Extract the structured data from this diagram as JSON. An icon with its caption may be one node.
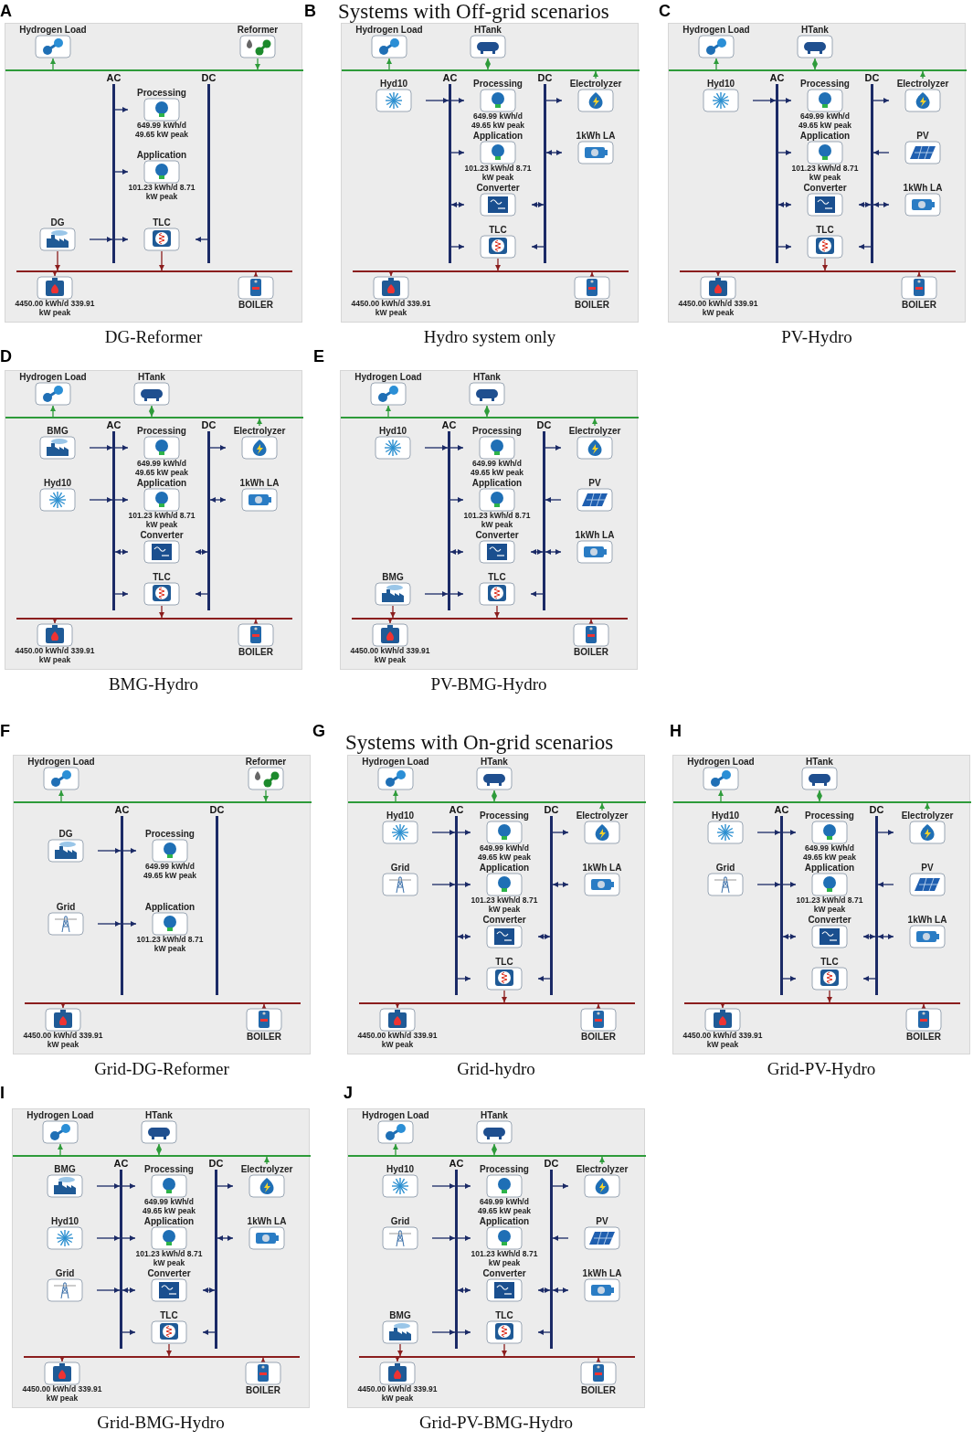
{
  "diagram": {
    "nodes": [
      {
        "text": [],
        "shape": "box",
        "beside": [
          "A",
          "DG-Reformer"
        ]
      },
      {
        "text": [
          "Hydrogen Load"
        ],
        "in": 0
      },
      {
        "text": [
          "Reformer"
        ],
        "in": 0
      },
      {
        "text": [],
        "shape": "bar",
        "in": 0
      },
      {
        "text": [],
        "shape": "bar",
        "beside": [
          "AC"
        ],
        "in": 0
      },
      {
        "text": [],
        "shape": "bar",
        "beside": [
          "DC"
        ],
        "in": 0
      },
      {
        "text": [
          "Processing",
          "649.99 kWh/d 49.65 kW peak"
        ],
        "in": 0
      },
      {
        "text": [
          "Application",
          "101.23 kWh/d 8.71 kW peak"
        ],
        "in": 0
      },
      {
        "text": [
          "DG"
        ],
        "in": 0
      },
      {
        "text": [
          "TLC"
        ],
        "in": 0
      },
      {
        "text": [],
        "shape": "bar",
        "in": 0
      },
      {
        "text": [
          "4450.00 kWh/d 339.91 kW peak"
        ],
        "in": 0
      },
      {
        "text": [
          "BOILER"
        ],
        "in": 0
      },
      {
        "text": [],
        "shape": "box",
        "beside": [
          "B",
          "Hydro system only"
        ]
      },
      {
        "text": [
          "Hydrogen Load"
        ],
        "in": 13
      },
      {
        "text": [
          "HTank"
        ],
        "in": 13
      },
      {
        "text": [],
        "shape": "bar",
        "in": 13
      },
      {
        "text": [],
        "shape": "bar",
        "beside": [
          "AC"
        ],
        "in": 13
      },
      {
        "text": [],
        "shape": "bar",
        "beside": [
          "DC"
        ],
        "in": 13
      },
      {
        "text": [
          "Hyd10"
        ],
        "in": 13
      },
      {
        "text": [
          "Processing",
          "649.99 kWh/d 49.65 kW peak"
        ],
        "in": 13
      },
      {
        "text": [
          "Electrolyzer"
        ],
        "in": 13
      },
      {
        "text": [
          "Application",
          "101.23 kWh/d 8.71 kW peak"
        ],
        "in": 13
      },
      {
        "text": [
          "1kWh LA"
        ],
        "in": 13
      },
      {
        "text": [
          "Converter"
        ],
        "in": 13
      },
      {
        "text": [
          "TLC"
        ],
        "in": 13
      },
      {
        "text": [],
        "shape": "bar",
        "in": 13
      },
      {
        "text": [
          "4450.00 kWh/d 339.91 kW peak"
        ],
        "in": 13
      },
      {
        "text": [
          "BOILER"
        ],
        "in": 13
      },
      {
        "text": [],
        "shape": "box",
        "beside": [
          "C",
          "PV-Hydro"
        ]
      },
      {
        "text": [
          "Hydrogen Load"
        ],
        "in": 29
      },
      {
        "text": [
          "HTank"
        ],
        "in": 29
      },
      {
        "text": [],
        "shape": "bar",
        "in": 29
      },
      {
        "text": [],
        "shape": "bar",
        "beside": [
          "AC"
        ],
        "in": 29
      },
      {
        "text": [],
        "shape": "bar",
        "beside": [
          "DC"
        ],
        "in": 29
      },
      {
        "text": [
          "Hyd10"
        ],
        "in": 29
      },
      {
        "text": [
          "Processing",
          "649.99 kWh/d 49.65 kW peak"
        ],
        "in": 29
      },
      {
        "text": [
          "Electrolyzer"
        ],
        "in": 29
      },
      {
        "text": [
          "Application",
          "101.23 kWh/d 8.71 kW peak"
        ],
        "in": 29
      },
      {
        "text": [
          "PV"
        ],
        "in": 29
      },
      {
        "text": [
          "Converter"
        ],
        "in": 29
      },
      {
        "text": [
          "1kWh LA"
        ],
        "in": 29
      },
      {
        "text": [
          "TLC"
        ],
        "in": 29
      },
      {
        "text": [],
        "shape": "bar",
        "in": 29
      },
      {
        "text": [
          "4450.00 kWh/d 339.91 kW peak"
        ],
        "in": 29
      },
      {
        "text": [
          "BOILER"
        ],
        "in": 29
      },
      {
        "text": [],
        "shape": "box",
        "beside": [
          "D",
          "BMG-Hydro"
        ]
      },
      {
        "text": [
          "Hydrogen Load"
        ],
        "in": 46
      },
      {
        "text": [
          "HTank"
        ],
        "in": 46
      },
      {
        "text": [],
        "shape": "bar",
        "in": 46
      },
      {
        "text": [],
        "shape": "bar",
        "beside": [
          "AC"
        ],
        "in": 46
      },
      {
        "text": [],
        "shape": "bar",
        "beside": [
          "DC"
        ],
        "in": 46
      },
      {
        "text": [
          "BMG"
        ],
        "in": 46
      },
      {
        "text": [
          "Processing",
          "649.99 kWh/d 49.65 kW peak"
        ],
        "in": 46
      },
      {
        "text": [
          "Electrolyzer"
        ],
        "in": 46
      },
      {
        "text": [
          "Hyd10"
        ],
        "in": 46
      },
      {
        "text": [
          "Application",
          "101.23 kWh/d 8.71 kW peak"
        ],
        "in": 46
      },
      {
        "text": [
          "1kWh LA"
        ],
        "in": 46
      },
      {
        "text": [
          "Converter"
        ],
        "in": 46
      },
      {
        "text": [
          "TLC"
        ],
        "in": 46
      },
      {
        "text": [],
        "shape": "bar",
        "in": 46
      },
      {
        "text": [
          "4450.00 kWh/d 339.91 kW peak"
        ],
        "in": 46
      },
      {
        "text": [
          "BOILER"
        ],
        "in": 46
      },
      {
        "text": [],
        "shape": "box",
        "beside": [
          "E",
          "PV-BMG-Hydro"
        ]
      },
      {
        "text": [
          "Hydrogen Load"
        ],
        "in": 63
      },
      {
        "text": [
          "HTank"
        ],
        "in": 63
      },
      {
        "text": [],
        "shape": "bar",
        "in": 63
      },
      {
        "text": [],
        "shape": "bar",
        "beside": [
          "AC"
        ],
        "in": 63
      },
      {
        "text": [],
        "shape": "bar",
        "beside": [
          "DC"
        ],
        "in": 63
      },
      {
        "text": [
          "Hyd10"
        ],
        "in": 63
      },
      {
        "text": [
          "Processing",
          "649.99 kWh/d 49.65 kW peak"
        ],
        "in": 63
      },
      {
        "text": [
          "Electrolyzer"
        ],
        "in": 63
      },
      {
        "text": [
          "Application",
          "101.23 kWh/d 8.71 kW peak"
        ],
        "in": 63
      },
      {
        "text": [
          "PV"
        ],
        "in": 63
      },
      {
        "text": [
          "Converter"
        ],
        "in": 63
      },
      {
        "text": [
          "1kWh LA"
        ],
        "in": 63
      },
      {
        "text": [
          "BMG"
        ],
        "in": 63
      },
      {
        "text": [
          "TLC"
        ],
        "in": 63
      },
      {
        "text": [],
        "shape": "bar",
        "in": 63
      },
      {
        "text": [
          "4450.00 kWh/d 339.91 kW peak"
        ],
        "in": 63
      },
      {
        "text": [
          "BOILER"
        ],
        "in": 63
      },
      {
        "text": [],
        "shape": "box",
        "beside": [
          "F",
          "Grid-DG-Reformer"
        ]
      },
      {
        "text": [
          "Hydrogen Load"
        ],
        "in": 81
      },
      {
        "text": [
          "Reformer"
        ],
        "in": 81
      },
      {
        "text": [],
        "shape": "bar",
        "in": 81
      },
      {
        "text": [],
        "shape": "bar",
        "beside": [
          "AC"
        ],
        "in": 81
      },
      {
        "text": [],
        "shape": "bar",
        "beside": [
          "DC"
        ],
        "in": 81
      },
      {
        "text": [
          "DG"
        ],
        "in": 81
      },
      {
        "text": [
          "Processing",
          "649.99 kWh/d 49.65 kW peak"
        ],
        "in": 81
      },
      {
        "text": [
          "Grid"
        ],
        "in": 81
      },
      {
        "text": [
          "Application",
          "101.23 kWh/d 8.71 kW peak"
        ],
        "in": 81
      },
      {
        "text": [],
        "shape": "bar",
        "in": 81
      },
      {
        "text": [
          "4450.00 kWh/d 339.91 kW peak"
        ],
        "in": 81
      },
      {
        "text": [
          "BOILER"
        ],
        "in": 81
      },
      {
        "text": [],
        "shape": "box",
        "beside": [
          "G",
          "Grid-hydro"
        ]
      },
      {
        "text": [
          "Hydrogen Load"
        ],
        "in": 94
      },
      {
        "text": [
          "HTank"
        ],
        "in": 94
      },
      {
        "text": [],
        "shape": "bar",
        "in": 94
      },
      {
        "text": [],
        "shape": "bar",
        "beside": [
          "AC"
        ],
        "in": 94
      },
      {
        "text": [],
        "shape": "bar",
        "beside": [
          "DC"
        ],
        "in": 94
      },
      {
        "text": [
          "Hyd10"
        ],
        "in": 94
      },
      {
        "text": [
          "Processing",
          "649.99 kWh/d 49.65 kW peak"
        ],
        "in": 94
      },
      {
        "text": [
          "Electrolyzer"
        ],
        "in": 94
      },
      {
        "text": [
          "Grid"
        ],
        "in": 94
      },
      {
        "text": [
          "Application",
          "101.23 kWh/d 8.71 kW peak"
        ],
        "in": 94
      },
      {
        "text": [
          "1kWh LA"
        ],
        "in": 94
      },
      {
        "text": [
          "Converter"
        ],
        "in": 94
      },
      {
        "text": [
          "TLC"
        ],
        "in": 94
      },
      {
        "text": [],
        "shape": "bar",
        "in": 94
      },
      {
        "text": [
          "4450.00 kWh/d 339.91 kW peak"
        ],
        "in": 94
      },
      {
        "text": [
          "BOILER"
        ],
        "in": 94
      },
      {
        "text": [],
        "shape": "box",
        "beside": [
          "H",
          "Grid-PV-Hydro"
        ]
      },
      {
        "text": [
          "Hydrogen Load"
        ],
        "in": 111
      },
      {
        "text": [
          "HTank"
        ],
        "in": 111
      },
      {
        "text": [],
        "shape": "bar",
        "in": 111
      },
      {
        "text": [],
        "shape": "bar",
        "beside": [
          "AC"
        ],
        "in": 111
      },
      {
        "text": [],
        "shape": "bar",
        "beside": [
          "DC"
        ],
        "in": 111
      },
      {
        "text": [
          "Hyd10"
        ],
        "in": 111
      },
      {
        "text": [
          "Processing",
          "649.99 kWh/d 49.65 kW peak"
        ],
        "in": 111
      },
      {
        "text": [
          "Electrolyzer"
        ],
        "in": 111
      },
      {
        "text": [
          "Grid"
        ],
        "in": 111
      },
      {
        "text": [
          "Application",
          "101.23 kWh/d 8.71 kW peak"
        ],
        "in": 111
      },
      {
        "text": [
          "PV"
        ],
        "in": 111
      },
      {
        "text": [
          "Converter"
        ],
        "in": 111
      },
      {
        "text": [
          "1kWh LA"
        ],
        "in": 111
      },
      {
        "text": [
          "TLC"
        ],
        "in": 111
      },
      {
        "text": [],
        "shape": "bar",
        "in": 111
      },
      {
        "text": [
          "4450.00 kWh/d 339.91 kW peak"
        ],
        "in": 111
      },
      {
        "text": [
          "BOILER"
        ],
        "in": 111
      },
      {
        "text": [],
        "shape": "box",
        "beside": [
          "I",
          "Grid-BMG-Hydro"
        ]
      },
      {
        "text": [
          "Hydrogen Load"
        ],
        "in": 129
      },
      {
        "text": [
          "HTank"
        ],
        "in": 129
      },
      {
        "text": [],
        "shape": "bar",
        "in": 129
      },
      {
        "text": [],
        "shape": "bar",
        "beside": [
          "AC"
        ],
        "in": 129
      },
      {
        "text": [],
        "shape": "bar",
        "beside": [
          "DC"
        ],
        "in": 129
      },
      {
        "text": [
          "BMG"
        ],
        "in": 129
      },
      {
        "text": [
          "Processing",
          "649.99 kWh/d 49.65 kW peak"
        ],
        "in": 129
      },
      {
        "text": [
          "Electrolyzer"
        ],
        "in": 129
      },
      {
        "text": [
          "Hyd10"
        ],
        "in": 129
      },
      {
        "text": [
          "Application",
          "101.23 kWh/d 8.71 kW peak"
        ],
        "in": 129
      },
      {
        "text": [
          "1kWh LA"
        ],
        "in": 129
      },
      {
        "text": [
          "Grid"
        ],
        "in": 129
      },
      {
        "text": [
          "Converter"
        ],
        "in": 129
      },
      {
        "text": [
          "TLC"
        ],
        "in": 129
      },
      {
        "text": [],
        "shape": "bar",
        "in": 129
      },
      {
        "text": [
          "4450.00 kWh/d 339.91 kW peak"
        ],
        "in": 129
      },
      {
        "text": [
          "BOILER"
        ],
        "in": 129
      },
      {
        "text": [],
        "shape": "box",
        "beside": [
          "J",
          "Grid-PV-BMG-Hydro"
        ]
      },
      {
        "text": [
          "Hydrogen Load"
        ],
        "in": 147
      },
      {
        "text": [
          "HTank"
        ],
        "in": 147
      },
      {
        "text": [],
        "shape": "bar",
        "in": 147
      },
      {
        "text": [],
        "shape": "bar",
        "beside": [
          "AC"
        ],
        "in": 147
      },
      {
        "text": [],
        "shape": "bar",
        "beside": [
          "DC"
        ],
        "in": 147
      },
      {
        "text": [
          "Hyd10"
        ],
        "in": 147
      },
      {
        "text": [
          "Processing",
          "649.99 kWh/d 49.65 kW peak"
        ],
        "in": 147
      },
      {
        "text": [
          "Electrolyzer"
        ],
        "in": 147
      },
      {
        "text": [
          "Grid"
        ],
        "in": 147
      },
      {
        "text": [
          "Application",
          "101.23 kWh/d 8.71 kW peak"
        ],
        "in": 147
      },
      {
        "text": [
          "PV"
        ],
        "in": 147
      },
      {
        "text": [
          "Converter"
        ],
        "in": 147
      },
      {
        "text": [
          "1kWh LA"
        ],
        "in": 147
      },
      {
        "text": [
          "BMG"
        ],
        "in": 147
      },
      {
        "text": [
          "TLC"
        ],
        "in": 147
      },
      {
        "text": [],
        "shape": "bar",
        "in": 147
      },
      {
        "text": [
          "4450.00 kWh/d 339.91 kW peak"
        ],
        "in": 147
      },
      {
        "text": [
          "BOILER"
        ],
        "in": 147
      }
    ],
    "edges": [
      {
        "from": 3,
        "to": 1,
        "arrow": "to",
        "color": "#2e9b3a"
      },
      {
        "from": 2,
        "to": 3,
        "arrow": "to",
        "color": "#2e9b3a"
      },
      {
        "from": 4,
        "to": 6,
        "arrow": "to"
      },
      {
        "from": 4,
        "to": 7,
        "arrow": "to"
      },
      {
        "from": 8,
        "to": 4,
        "arrow": "to"
      },
      {
        "from": 4,
        "to": 9,
        "arrow": "to"
      },
      {
        "from": 5,
        "to": 9,
        "arrow": "to"
      },
      {
        "from": 9,
        "to": 10,
        "arrow": "to",
        "color": "#8b1e1e"
      },
      {
        "from": 8,
        "to": 10,
        "arrow": "to",
        "color": "#8b1e1e"
      },
      {
        "from": 10,
        "to": 11,
        "arrow": "to",
        "color": "#8b1e1e"
      },
      {
        "from": 12,
        "to": 10,
        "arrow": "to",
        "color": "#8b1e1e"
      },
      {
        "from": 16,
        "to": 14,
        "arrow": "to",
        "color": "#2e9b3a"
      },
      {
        "from": 15,
        "to": 16,
        "arrow": "both",
        "color": "#2e9b3a"
      },
      {
        "from": 19,
        "to": 17,
        "arrow": "to"
      },
      {
        "from": 17,
        "to": 20,
        "arrow": "to"
      },
      {
        "from": 18,
        "to": 21,
        "arrow": "to"
      },
      {
        "from": 21,
        "to": 16,
        "arrow": "to",
        "color": "#2e9b3a"
      },
      {
        "from": 17,
        "to": 22,
        "arrow": "to"
      },
      {
        "from": 23,
        "to": 18,
        "arrow": "both"
      },
      {
        "from": 17,
        "to": 24,
        "arrow": "both"
      },
      {
        "from": 24,
        "to": 18,
        "arrow": "both"
      },
      {
        "from": 17,
        "to": 25,
        "arrow": "to"
      },
      {
        "from": 18,
        "to": 25,
        "arrow": "to"
      },
      {
        "from": 25,
        "to": 26,
        "arrow": "to",
        "color": "#8b1e1e"
      },
      {
        "from": 26,
        "to": 27,
        "arrow": "to",
        "color": "#8b1e1e"
      },
      {
        "from": 28,
        "to": 26,
        "arrow": "to",
        "color": "#8b1e1e"
      },
      {
        "from": 32,
        "to": 30,
        "arrow": "to",
        "color": "#2e9b3a"
      },
      {
        "from": 31,
        "to": 32,
        "arrow": "both",
        "color": "#2e9b3a"
      },
      {
        "from": 35,
        "to": 33,
        "arrow": "to"
      },
      {
        "from": 33,
        "to": 36,
        "arrow": "to"
      },
      {
        "from": 34,
        "to": 37,
        "arrow": "to"
      },
      {
        "from": 37,
        "to": 32,
        "arrow": "to",
        "color": "#2e9b3a"
      },
      {
        "from": 33,
        "to": 38,
        "arrow": "to"
      },
      {
        "from": 39,
        "to": 34,
        "arrow": "to"
      },
      {
        "from": 33,
        "to": 40,
        "arrow": "both"
      },
      {
        "from": 40,
        "to": 34,
        "arrow": "both"
      },
      {
        "from": 41,
        "to": 34,
        "arrow": "both"
      },
      {
        "from": 33,
        "to": 42,
        "arrow": "to"
      },
      {
        "from": 34,
        "to": 42,
        "arrow": "to"
      },
      {
        "from": 42,
        "to": 43,
        "arrow": "to",
        "color": "#8b1e1e"
      },
      {
        "from": 43,
        "to": 44,
        "arrow": "to",
        "color": "#8b1e1e"
      },
      {
        "from": 45,
        "to": 43,
        "arrow": "to",
        "color": "#8b1e1e"
      },
      {
        "from": 49,
        "to": 47,
        "arrow": "to",
        "color": "#2e9b3a"
      },
      {
        "from": 48,
        "to": 49,
        "arrow": "both",
        "color": "#2e9b3a"
      },
      {
        "from": 52,
        "to": 50,
        "arrow": "to"
      },
      {
        "from": 50,
        "to": 53,
        "arrow": "to"
      },
      {
        "from": 51,
        "to": 54,
        "arrow": "to"
      },
      {
        "from": 54,
        "to": 49,
        "arrow": "to",
        "color": "#2e9b3a"
      },
      {
        "from": 55,
        "to": 50,
        "arrow": "to"
      },
      {
        "from": 50,
        "to": 56,
        "arrow": "to"
      },
      {
        "from": 57,
        "to": 51,
        "arrow": "both"
      },
      {
        "from": 50,
        "to": 58,
        "arrow": "both"
      },
      {
        "from": 58,
        "to": 51,
        "arrow": "both"
      },
      {
        "from": 50,
        "to": 59,
        "arrow": "to"
      },
      {
        "from": 51,
        "to": 59,
        "arrow": "to"
      },
      {
        "from": 59,
        "to": 60,
        "arrow": "to",
        "color": "#8b1e1e"
      },
      {
        "from": 60,
        "to": 61,
        "arrow": "to",
        "color": "#8b1e1e"
      },
      {
        "from": 62,
        "to": 60,
        "arrow": "to",
        "color": "#8b1e1e"
      },
      {
        "from": 66,
        "to": 64,
        "arrow": "to",
        "color": "#2e9b3a"
      },
      {
        "from": 65,
        "to": 66,
        "arrow": "both",
        "color": "#2e9b3a"
      },
      {
        "from": 69,
        "to": 67,
        "arrow": "to"
      },
      {
        "from": 67,
        "to": 70,
        "arrow": "to"
      },
      {
        "from": 68,
        "to": 71,
        "arrow": "to"
      },
      {
        "from": 71,
        "to": 66,
        "arrow": "to",
        "color": "#2e9b3a"
      },
      {
        "from": 67,
        "to": 72,
        "arrow": "to"
      },
      {
        "from": 73,
        "to": 68,
        "arrow": "to"
      },
      {
        "from": 67,
        "to": 74,
        "arrow": "both"
      },
      {
        "from": 74,
        "to": 68,
        "arrow": "both"
      },
      {
        "from": 75,
        "to": 68,
        "arrow": "both"
      },
      {
        "from": 76,
        "to": 67,
        "arrow": "to"
      },
      {
        "from": 76,
        "to": 78,
        "arrow": "to",
        "color": "#8b1e1e"
      },
      {
        "from": 67,
        "to": 77,
        "arrow": "to"
      },
      {
        "from": 68,
        "to": 77,
        "arrow": "to"
      },
      {
        "from": 77,
        "to": 78,
        "arrow": "to",
        "color": "#8b1e1e"
      },
      {
        "from": 78,
        "to": 79,
        "arrow": "to",
        "color": "#8b1e1e"
      },
      {
        "from": 80,
        "to": 78,
        "arrow": "to",
        "color": "#8b1e1e"
      },
      {
        "from": 84,
        "to": 82,
        "arrow": "to",
        "color": "#2e9b3a"
      },
      {
        "from": 83,
        "to": 84,
        "arrow": "to",
        "color": "#2e9b3a"
      },
      {
        "from": 87,
        "to": 85,
        "arrow": "to"
      },
      {
        "from": 85,
        "to": 88,
        "arrow": "to"
      },
      {
        "from": 89,
        "to": 85,
        "arrow": "to"
      },
      {
        "from": 85,
        "to": 90,
        "arrow": "to"
      },
      {
        "from": 91,
        "to": 92,
        "arrow": "to",
        "color": "#8b1e1e"
      },
      {
        "from": 93,
        "to": 91,
        "arrow": "to",
        "color": "#8b1e1e"
      },
      {
        "from": 97,
        "to": 95,
        "arrow": "to",
        "color": "#2e9b3a"
      },
      {
        "from": 96,
        "to": 97,
        "arrow": "both",
        "color": "#2e9b3a"
      },
      {
        "from": 100,
        "to": 98,
        "arrow": "to"
      },
      {
        "from": 98,
        "to": 101,
        "arrow": "to"
      },
      {
        "from": 99,
        "to": 102,
        "arrow": "to"
      },
      {
        "from": 102,
        "to": 97,
        "arrow": "to",
        "color": "#2e9b3a"
      },
      {
        "from": 103,
        "to": 98,
        "arrow": "to"
      },
      {
        "from": 98,
        "to": 104,
        "arrow": "to"
      },
      {
        "from": 105,
        "to": 99,
        "arrow": "both"
      },
      {
        "from": 98,
        "to": 106,
        "arrow": "both"
      },
      {
        "from": 106,
        "to": 99,
        "arrow": "both"
      },
      {
        "from": 98,
        "to": 107,
        "arrow": "to"
      },
      {
        "from": 99,
        "to": 107,
        "arrow": "to"
      },
      {
        "from": 107,
        "to": 108,
        "arrow": "to",
        "color": "#8b1e1e"
      },
      {
        "from": 108,
        "to": 109,
        "arrow": "to",
        "color": "#8b1e1e"
      },
      {
        "from": 110,
        "to": 108,
        "arrow": "to",
        "color": "#8b1e1e"
      },
      {
        "from": 114,
        "to": 112,
        "arrow": "to",
        "color": "#2e9b3a"
      },
      {
        "from": 113,
        "to": 114,
        "arrow": "both",
        "color": "#2e9b3a"
      },
      {
        "from": 117,
        "to": 115,
        "arrow": "to"
      },
      {
        "from": 115,
        "to": 118,
        "arrow": "to"
      },
      {
        "from": 116,
        "to": 119,
        "arrow": "to"
      },
      {
        "from": 119,
        "to": 114,
        "arrow": "to",
        "color": "#2e9b3a"
      },
      {
        "from": 120,
        "to": 115,
        "arrow": "to"
      },
      {
        "from": 115,
        "to": 121,
        "arrow": "to"
      },
      {
        "from": 122,
        "to": 116,
        "arrow": "to"
      },
      {
        "from": 115,
        "to": 123,
        "arrow": "both"
      },
      {
        "from": 123,
        "to": 116,
        "arrow": "both"
      },
      {
        "from": 124,
        "to": 116,
        "arrow": "both"
      },
      {
        "from": 115,
        "to": 125,
        "arrow": "to"
      },
      {
        "from": 116,
        "to": 125,
        "arrow": "to"
      },
      {
        "from": 125,
        "to": 126,
        "arrow": "to",
        "color": "#8b1e1e"
      },
      {
        "from": 126,
        "to": 127,
        "arrow": "to",
        "color": "#8b1e1e"
      },
      {
        "from": 128,
        "to": 126,
        "arrow": "to",
        "color": "#8b1e1e"
      },
      {
        "from": 132,
        "to": 130,
        "arrow": "to",
        "color": "#2e9b3a"
      },
      {
        "from": 131,
        "to": 132,
        "arrow": "both",
        "color": "#2e9b3a"
      },
      {
        "from": 135,
        "to": 133,
        "arrow": "to"
      },
      {
        "from": 133,
        "to": 136,
        "arrow": "to"
      },
      {
        "from": 134,
        "to": 137,
        "arrow": "to"
      },
      {
        "from": 137,
        "to": 132,
        "arrow": "to",
        "color": "#2e9b3a"
      },
      {
        "from": 138,
        "to": 133,
        "arrow": "to"
      },
      {
        "from": 133,
        "to": 139,
        "arrow": "to"
      },
      {
        "from": 140,
        "to": 134,
        "arrow": "both"
      },
      {
        "from": 141,
        "to": 133,
        "arrow": "to"
      },
      {
        "from": 133,
        "to": 142,
        "arrow": "both"
      },
      {
        "from": 142,
        "to": 134,
        "arrow": "both"
      },
      {
        "from": 133,
        "to": 143,
        "arrow": "to"
      },
      {
        "from": 134,
        "to": 143,
        "arrow": "to"
      },
      {
        "from": 143,
        "to": 144,
        "arrow": "to",
        "color": "#8b1e1e"
      },
      {
        "from": 144,
        "to": 145,
        "arrow": "to",
        "color": "#8b1e1e"
      },
      {
        "from": 146,
        "to": 144,
        "arrow": "to",
        "color": "#8b1e1e"
      },
      {
        "from": 150,
        "to": 148,
        "arrow": "to",
        "color": "#2e9b3a"
      },
      {
        "from": 149,
        "to": 150,
        "arrow": "both",
        "color": "#2e9b3a"
      },
      {
        "from": 153,
        "to": 151,
        "arrow": "to"
      },
      {
        "from": 151,
        "to": 154,
        "arrow": "to"
      },
      {
        "from": 152,
        "to": 155,
        "arrow": "to"
      },
      {
        "from": 155,
        "to": 150,
        "arrow": "to",
        "color": "#2e9b3a"
      },
      {
        "from": 156,
        "to": 151,
        "arrow": "to"
      },
      {
        "from": 151,
        "to": 157,
        "arrow": "to"
      },
      {
        "from": 158,
        "to": 152,
        "arrow": "to"
      },
      {
        "from": 151,
        "to": 159,
        "arrow": "both"
      },
      {
        "from": 159,
        "to": 152,
        "arrow": "both"
      },
      {
        "from": 160,
        "to": 152,
        "arrow": "both"
      },
      {
        "from": 161,
        "to": 151,
        "arrow": "to"
      },
      {
        "from": 161,
        "to": 163,
        "arrow": "to",
        "color": "#8b1e1e"
      },
      {
        "from": 151,
        "to": 162,
        "arrow": "to"
      },
      {
        "from": 152,
        "to": 162,
        "arrow": "to"
      },
      {
        "from": 162,
        "to": 163,
        "arrow": "to",
        "color": "#8b1e1e"
      },
      {
        "from": 163,
        "to": 164,
        "arrow": "to",
        "color": "#8b1e1e"
      },
      {
        "from": 165,
        "to": 163,
        "arrow": "to",
        "color": "#8b1e1e"
      }
    ],
    "labels": [
      "Systems with Off-grid scenarios",
      "Systems with On-grid scenarios"
    ]
  }
}
